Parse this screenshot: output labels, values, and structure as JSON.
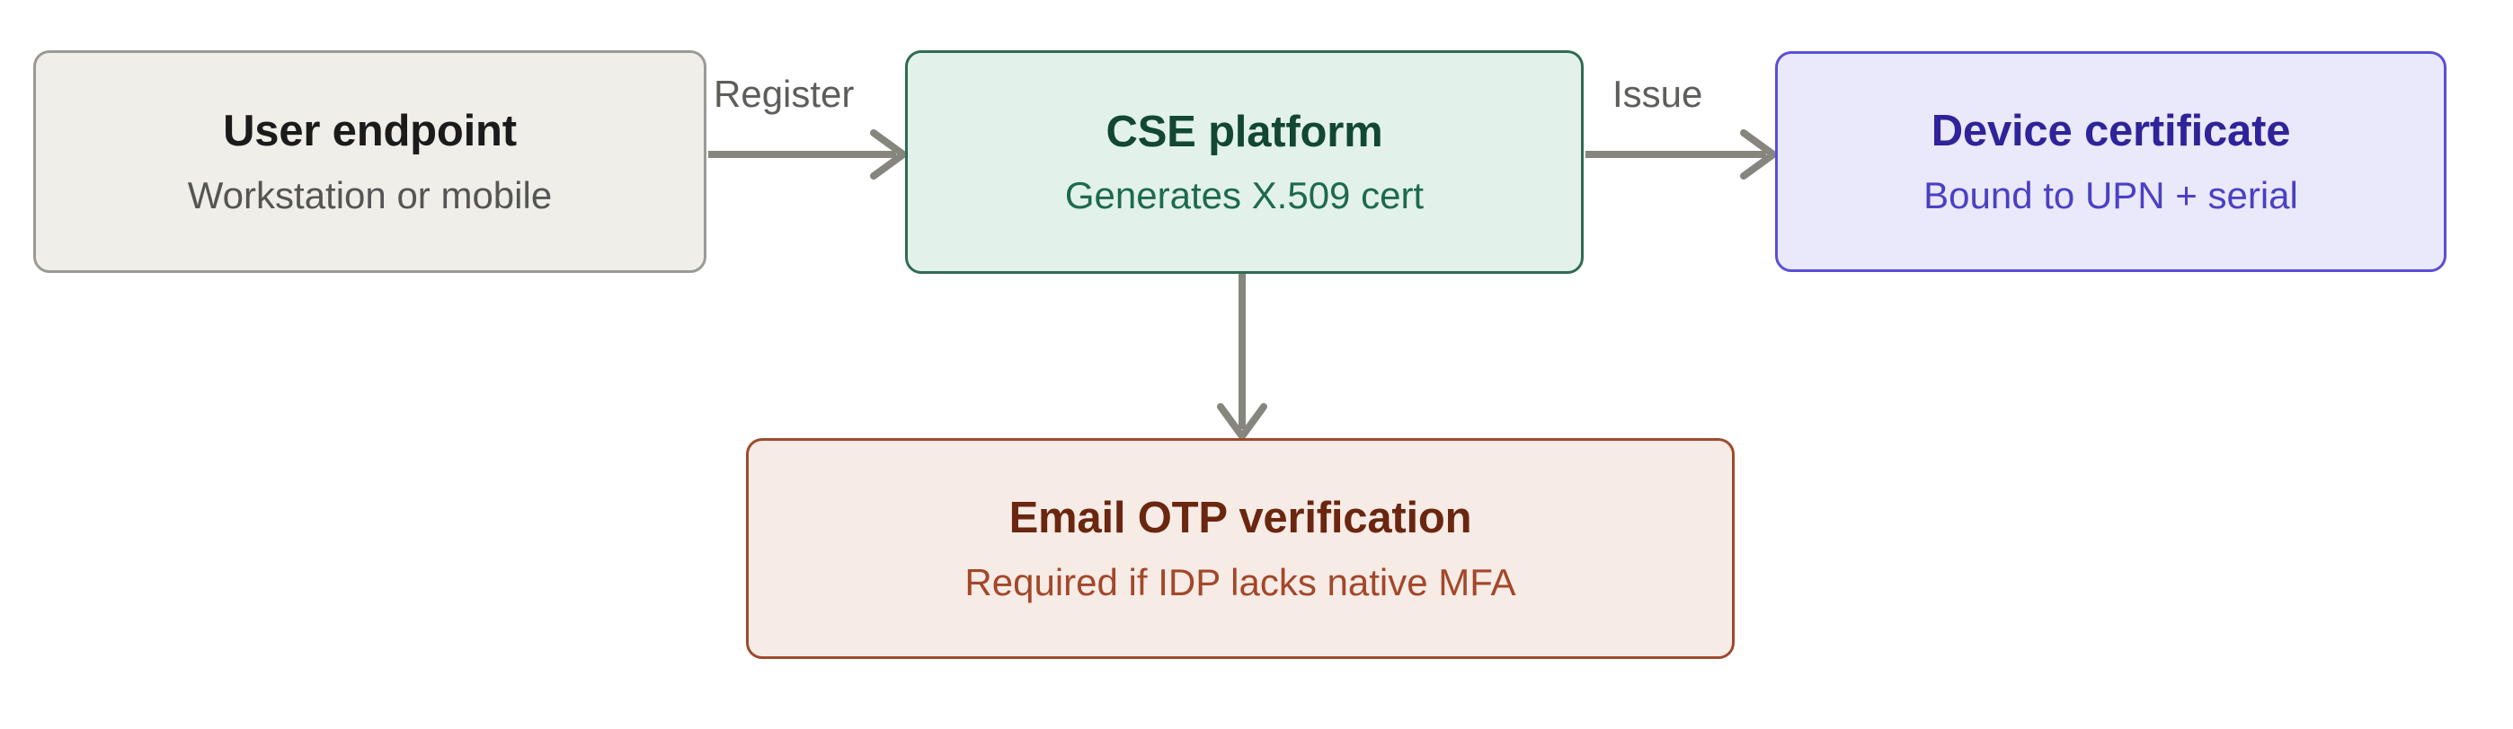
{
  "diagram": {
    "type": "flowchart",
    "direction": "left-to-right with one downward branch",
    "background_color": "#ffffff",
    "nodes": [
      {
        "id": "endpoint",
        "title": "User endpoint",
        "subtitle": "Workstation or mobile",
        "fill_color": "#EFEEE9",
        "border_color": "#9a9a94",
        "title_color": "#1b1b1b",
        "subtitle_color": "#555553"
      },
      {
        "id": "cse",
        "title": "CSE platform",
        "subtitle": "Generates X.509 cert",
        "fill_color": "#E2F2EA",
        "border_color": "#2F6B53",
        "title_color": "#124734",
        "subtitle_color": "#1d6a4c"
      },
      {
        "id": "cert",
        "title": "Device certificate",
        "subtitle": "Bound to UPN + serial",
        "fill_color": "#EAE8FB",
        "border_color": "#5B4ED6",
        "title_color": "#2E2399",
        "subtitle_color": "#4A40C4"
      },
      {
        "id": "otp",
        "title": "Email OTP verification",
        "subtitle": "Required if IDP lacks native MFA",
        "fill_color": "#F7EBE6",
        "border_color": "#9E4A2C",
        "title_color": "#6B2610",
        "subtitle_color": "#A3472A"
      }
    ],
    "edges": [
      {
        "id": "endpoint-to-cse",
        "from": "endpoint",
        "to": "cse",
        "label": "Register",
        "color": "#86867f"
      },
      {
        "id": "cse-to-cert",
        "from": "cse",
        "to": "cert",
        "label": "Issue",
        "color": "#86867f"
      },
      {
        "id": "cse-to-otp",
        "from": "cse",
        "to": "otp",
        "label": "",
        "color": "#86867f"
      }
    ]
  }
}
